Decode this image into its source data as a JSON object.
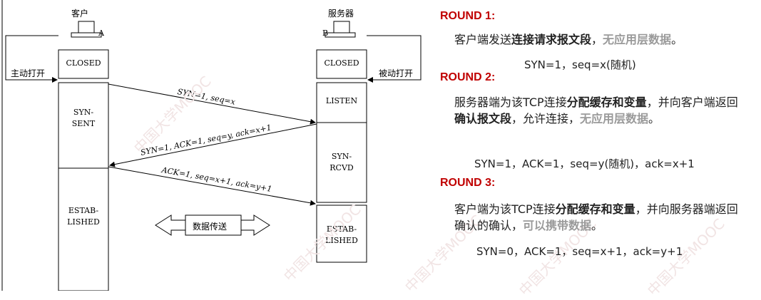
{
  "diagram": {
    "client_label": "客户",
    "server_label": "服务器",
    "client_tag": "A",
    "server_tag": "B",
    "active_open": "主动打开",
    "passive_open": "被动打开",
    "client_states": [
      "CLOSED",
      "SYN-\nSENT",
      "ESTAB-\nLISHED"
    ],
    "server_states": [
      "CLOSED",
      "LISTEN",
      "SYN-\nRCVD",
      "ESTAB-\nLISHED"
    ],
    "arrow1": "SYN=1, seq=x",
    "arrow2": "SYN=1, ACK=1, seq=y, ack=x+1",
    "arrow3": "ACK=1, seq=x+1, ack=y+1",
    "data_transfer": "数据传送"
  },
  "rounds": [
    {
      "title": "ROUND 1:",
      "formula": "SYN=1，seq=x(随机)"
    },
    {
      "title": "ROUND 2:",
      "formula": "SYN=1，ACK=1，seq=y(随机)，ack=x+1"
    },
    {
      "title": "ROUND 3:",
      "formula": "SYN=0，ACK=1，seq=x+1，ack=y+1"
    }
  ],
  "round1_text": {
    "p1": "客户端发送",
    "b1": "连接请求报文段",
    "p2": "，",
    "g1": "无应用层数据",
    "p3": "。"
  },
  "round2_text": {
    "p1": "服务器端为该TCP连接",
    "b1": "分配缓存和变量",
    "p2": "，并向客户端返回",
    "b2": "确认报文段",
    "p3": "，允许连接，",
    "g1": "无应用层数据",
    "p4": "。"
  },
  "round3_text": {
    "p1": "客户端为该TCP连接",
    "b1": "分配缓存和变量",
    "p2": "，并向服务器端返回确认的确认，",
    "g1": "可以携带数据",
    "p3": "。"
  },
  "watermark": "中国大学MOOC",
  "colors": {
    "round_title": "#c00000",
    "gray_emphasis": "#9a9a9a",
    "line": "#000000"
  }
}
